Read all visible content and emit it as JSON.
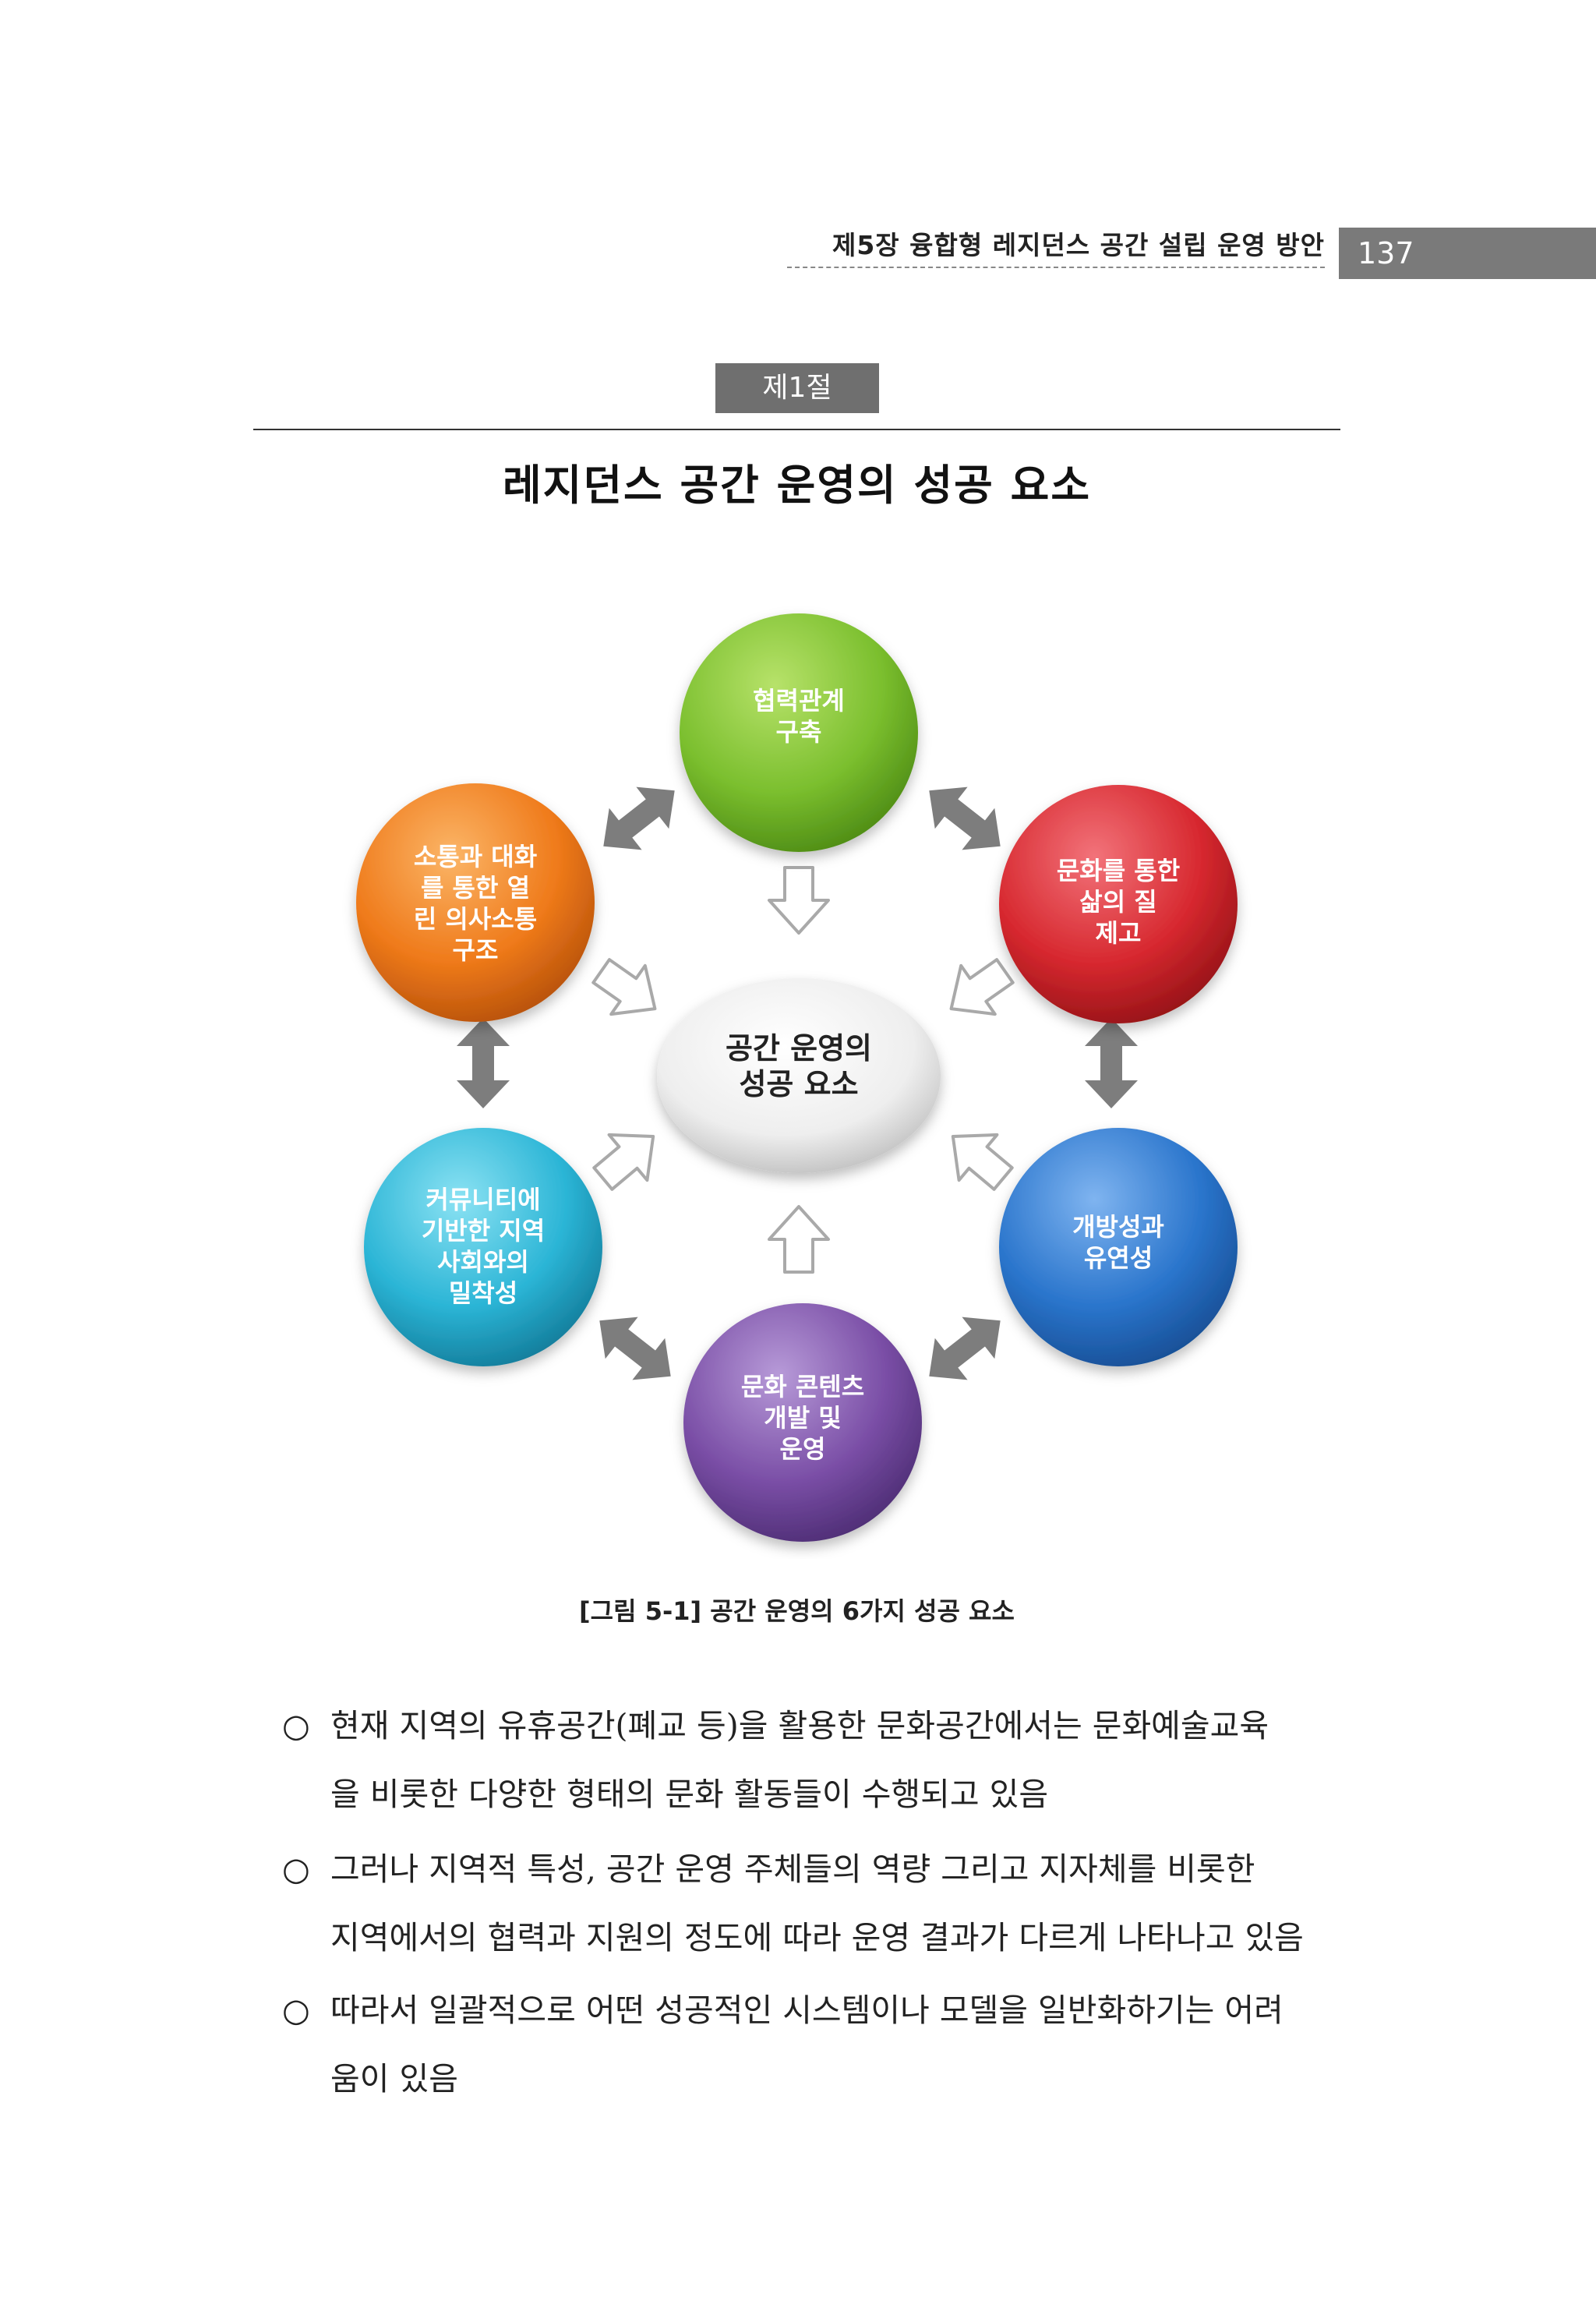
{
  "header": {
    "running_title": "제5장 융합형 레지던스 공간 설립 운영 방안",
    "page_number": "137"
  },
  "section": {
    "label": "제1절",
    "title": "레지던스 공간 운영의 성공 요소"
  },
  "diagram": {
    "center": [
      "공간 운영의",
      "성공 요소"
    ],
    "nodes": {
      "top": [
        "협력관계",
        "구축"
      ],
      "top_right": [
        "문화를 통한",
        "삶의 질",
        "제고"
      ],
      "bottom_right": [
        "개방성과",
        "유연성"
      ],
      "bottom": [
        "문화 콘텐츠",
        "개발 및",
        "운영"
      ],
      "bottom_left": [
        "커뮤니티에",
        "기반한 지역",
        "사회와의",
        "밀착성"
      ],
      "top_left": [
        "소통과 대화",
        "를 통한 열",
        "린 의사소통",
        "구조"
      ]
    },
    "colors": {
      "top": "#7bbf2e",
      "top_right": "#d7282f",
      "bottom_right": "#2a75cc",
      "bottom": "#7a4ea6",
      "bottom_left": "#2bb5d6",
      "top_left": "#ef7a1a"
    }
  },
  "caption": "[그림 5-1] 공간 운영의 6가지 성공 요소",
  "paragraphs": [
    {
      "bullet": "○",
      "lines": [
        "현재 지역의 유휴공간(폐교 등)을 활용한 문화공간에서는 문화예술교육",
        "을 비롯한 다양한 형태의 문화 활동들이 수행되고 있음"
      ]
    },
    {
      "bullet": "○",
      "lines": [
        "그러나 지역적 특성, 공간 운영 주체들의 역량 그리고 지자체를 비롯한",
        "지역에서의 협력과 지원의 정도에 따라 운영 결과가 다르게 나타나고 있음"
      ]
    },
    {
      "bullet": "○",
      "lines": [
        "따라서 일괄적으로 어떤 성공적인 시스템이나 모델을 일반화하기는 어려",
        "움이 있음"
      ]
    }
  ]
}
